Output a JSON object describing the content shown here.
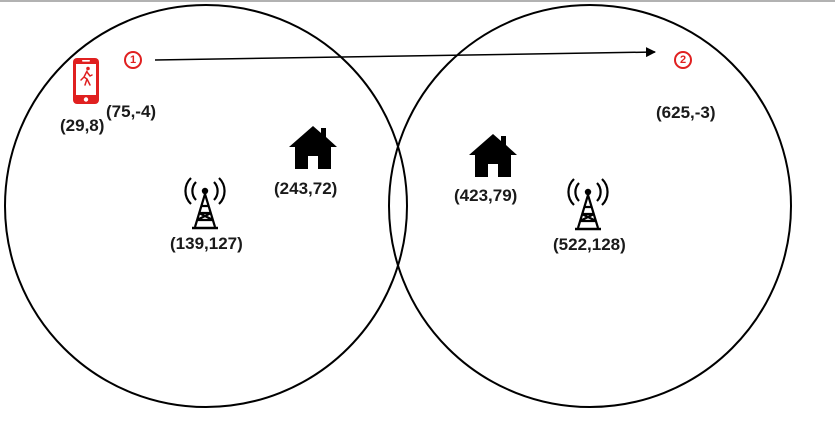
{
  "markers": {
    "start": "1",
    "end": "2"
  },
  "labels": {
    "phone_position": "(29,8)",
    "start_point": "(75,-4)",
    "end_point": "(625,-3)",
    "house_left": "(243,72)",
    "house_right": "(423,79)",
    "tower_left": "(139,127)",
    "tower_right": "(522,128)"
  },
  "icons": {
    "phone": "mobile-phone-walking-person-icon",
    "house": "house-icon",
    "tower": "radio-tower-icon"
  },
  "colors": {
    "marker": "#e02020",
    "phone": "#e02020",
    "line": "#000000",
    "text": "#1a1a1a"
  }
}
